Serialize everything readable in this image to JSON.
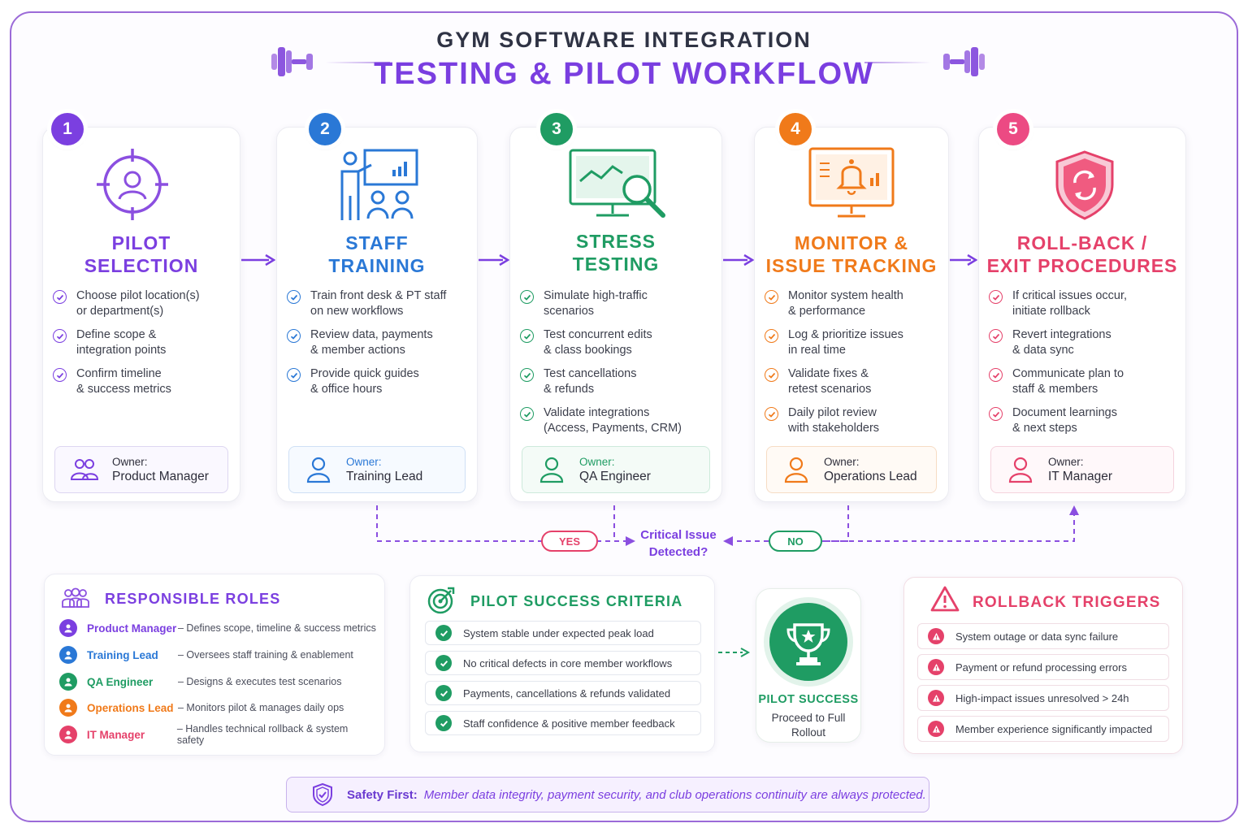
{
  "header": {
    "title_top": "GYM SOFTWARE INTEGRATION",
    "title_main": "TESTING & PILOT WORKFLOW"
  },
  "colors": {
    "purple": "#7b3fe0",
    "blue": "#2a78d6",
    "green": "#1f9c63",
    "orange": "#f07a1a",
    "pink": "#e5416a"
  },
  "steps": [
    {
      "number": "1",
      "title_line1": "PILOT",
      "title_line2": "SELECTION",
      "icon": "target-person-icon",
      "items": [
        [
          "Choose pilot location(s)",
          "or department(s)"
        ],
        [
          "Define scope &",
          "integration points"
        ],
        [
          "Confirm timeline",
          "& success metrics"
        ]
      ],
      "owner_label": "Owner:",
      "owner_value": "Product Manager"
    },
    {
      "number": "2",
      "title_line1": "STAFF",
      "title_line2": "TRAINING",
      "icon": "trainer-presentation-icon",
      "items": [
        [
          "Train front desk & PT staff",
          "on new workflows"
        ],
        [
          "Review data, payments",
          "& member actions"
        ],
        [
          "Provide quick guides",
          "& office hours"
        ]
      ],
      "owner_label": "Owner:",
      "owner_value": "Training Lead"
    },
    {
      "number": "3",
      "title_line1": "STRESS",
      "title_line2": "TESTING",
      "icon": "monitor-magnifier-icon",
      "items": [
        [
          "Simulate high-traffic",
          "scenarios"
        ],
        [
          "Test concurrent edits",
          "& class bookings"
        ],
        [
          "Test cancellations",
          "& refunds"
        ],
        [
          "Validate integrations",
          "(Access, Payments, CRM)"
        ]
      ],
      "owner_label": "Owner:",
      "owner_value": "QA Engineer"
    },
    {
      "number": "4",
      "title_line1": "MONITOR &",
      "title_line2": "ISSUE TRACKING",
      "icon": "monitor-bell-icon",
      "items": [
        [
          "Monitor system health",
          "& performance"
        ],
        [
          "Log & prioritize issues",
          "in real time"
        ],
        [
          "Validate fixes &",
          "retest scenarios"
        ],
        [
          "Daily pilot review",
          "with stakeholders"
        ]
      ],
      "owner_label": "Owner:",
      "owner_value": "Operations Lead"
    },
    {
      "number": "5",
      "title_line1": "ROLL-BACK /",
      "title_line2": "EXIT PROCEDURES",
      "icon": "shield-refresh-icon",
      "items": [
        [
          "If critical issues occur,",
          "initiate rollback"
        ],
        [
          "Revert integrations",
          "& data sync"
        ],
        [
          "Communicate plan to",
          "staff & members"
        ],
        [
          "Document learnings",
          "& next steps"
        ]
      ],
      "owner_label": "Owner:",
      "owner_value": "IT Manager"
    }
  ],
  "flow": {
    "decision_line1": "Critical Issue",
    "decision_line2": "Detected?",
    "yes": "YES",
    "no": "NO"
  },
  "roles": {
    "title": "RESPONSIBLE ROLES",
    "items": [
      {
        "name": "Product Manager",
        "desc": "–  Defines scope, timeline & success metrics"
      },
      {
        "name": "Training Lead",
        "desc": "–  Oversees staff training & enablement"
      },
      {
        "name": "QA Engineer",
        "desc": "–  Designs & executes test scenarios"
      },
      {
        "name": "Operations Lead",
        "desc": "–  Monitors pilot & manages daily ops"
      },
      {
        "name": "IT Manager",
        "desc": "–  Handles technical rollback & system safety"
      }
    ]
  },
  "criteria": {
    "title": "PILOT SUCCESS CRITERIA",
    "items": [
      "System stable under expected peak load",
      "No critical defects in core member workflows",
      "Payments, cancellations & refunds validated",
      "Staff confidence & positive member feedback"
    ]
  },
  "success": {
    "title": "PILOT SUCCESS",
    "line1": "Proceed to Full",
    "line2": "Rollout"
  },
  "triggers": {
    "title": "ROLLBACK TRIGGERS",
    "items": [
      "System outage or data sync failure",
      "Payment or refund processing errors",
      "High-impact issues unresolved > 24h",
      "Member experience significantly impacted"
    ]
  },
  "footer": {
    "label": "Safety First:",
    "text": "Member data integrity, payment security, and club operations continuity are always protected."
  }
}
